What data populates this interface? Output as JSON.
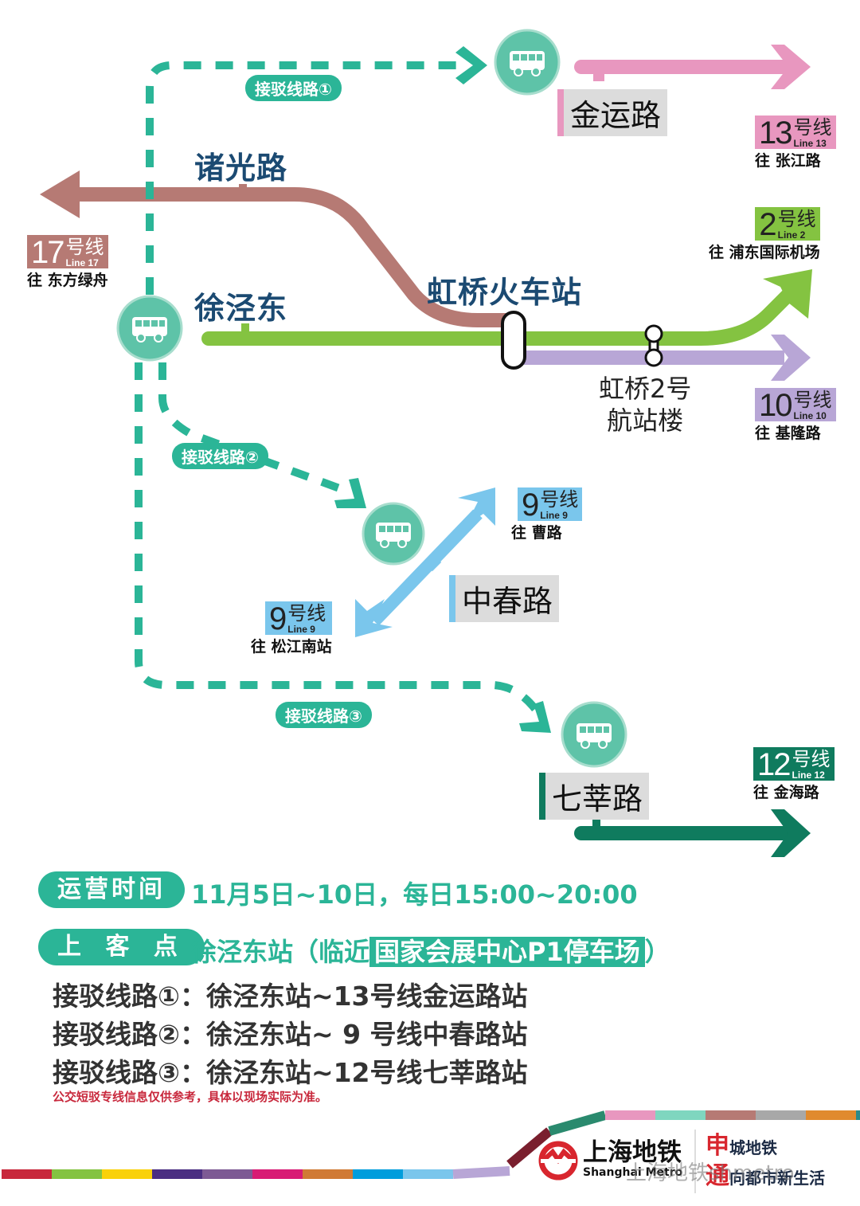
{
  "colors": {
    "shuttle": "#2bb597",
    "bus_circle": "#5ec3a8",
    "line17": "#b67a74",
    "line13": "#e897bf",
    "line2": "#84c341",
    "line10": "#b8a6d6",
    "line9": "#7ac6ec",
    "line12": "#0f7b5e",
    "station_text": "#1b4a72"
  },
  "stations": {
    "zhuguanglu": "诸光路",
    "xujingdong": "徐泾东",
    "hongqiao_railway": "虹桥火车站",
    "hongqiao_t2_line1": "虹桥2号",
    "hongqiao_t2_line2": "航站楼",
    "jinyunlu": "金运路",
    "zhongchunlu": "中春路",
    "qixinlu": "七莘路"
  },
  "shuttle_routes": [
    {
      "label": "接驳线路①"
    },
    {
      "label": "接驳线路②"
    },
    {
      "label": "接驳线路③"
    }
  ],
  "lines": {
    "line17": {
      "num": "17",
      "cn": "号线",
      "en": "Line 17",
      "dest": "往 东方绿舟"
    },
    "line13": {
      "num": "13",
      "cn": "号线",
      "en": "Line 13",
      "dest": "往 张江路"
    },
    "line2": {
      "num": "2",
      "cn": "号线",
      "en": "Line 2",
      "dest": "往 浦东国际机场"
    },
    "line10": {
      "num": "10",
      "cn": "号线",
      "en": "Line 10",
      "dest": "往 基隆路"
    },
    "line9_north": {
      "num": "9",
      "cn": "号线",
      "en": "Line 9",
      "dest": "往 曹路"
    },
    "line9_south": {
      "num": "9",
      "cn": "号线",
      "en": "Line 9",
      "dest": "往 松江南站"
    },
    "line12": {
      "num": "12",
      "cn": "号线",
      "en": "Line 12",
      "dest": "往 金海路"
    }
  },
  "info": {
    "hours_label": "运营时间",
    "hours_value": "11月5日~10日，每日15:00~20:00",
    "pickup_label": "上 客 点",
    "pickup_value_prefix": "徐泾东站（临近",
    "pickup_value_highlight": "国家会展中心P1停车场",
    "pickup_value_suffix": "）",
    "routes": [
      "接驳线路①：徐泾东站~13号线金运路站",
      "接驳线路②：徐泾东站~ 9 号线中春路站",
      "接驳线路③：徐泾东站~12号线七莘路站"
    ],
    "note": "公交短驳专线信息仅供参考，具体以现场实际为准。"
  },
  "footer": {
    "logo_cn": "上海地铁",
    "logo_en": "Shanghai Metro",
    "slogan_line1_big": "申",
    "slogan_line1_rest": "城地铁",
    "slogan_line2_big": "通",
    "slogan_line2_rest": "向都市新生活",
    "watermark": "上海地铁shmetro",
    "stripe_colors": [
      "#c8283c",
      "#84c341",
      "#f9d10a",
      "#4a2e82",
      "#7d5a94",
      "#d81b74",
      "#d07a35",
      "#009ddc",
      "#7ac6ec",
      "#b8a6d6",
      "#7a1f2e",
      "#2a8a6e",
      "#e897bf",
      "#7fd6bf",
      "#b67a74",
      "#a8a8a8",
      "#e08a2e",
      "#2a8a8a"
    ]
  }
}
